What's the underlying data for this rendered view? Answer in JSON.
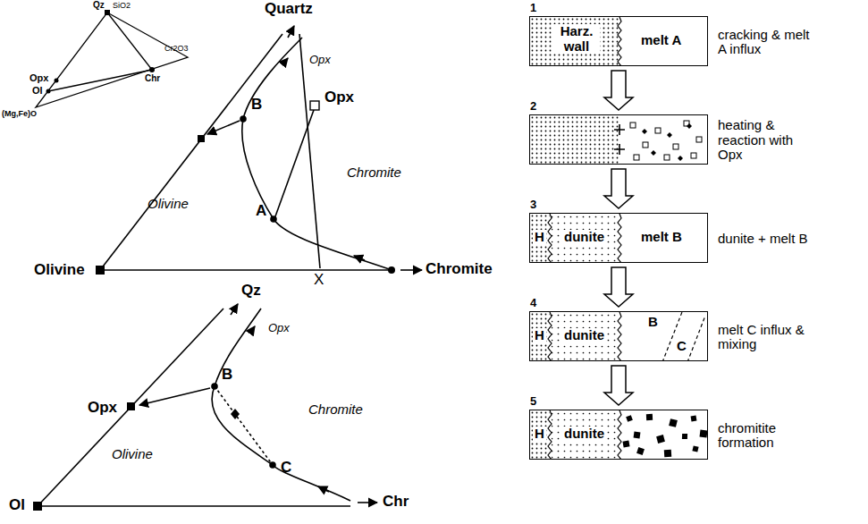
{
  "diagram": {
    "nodes": [
      {
        "text": [
          "1",
          "Harz. wall",
          "melt A",
          "cracking & melt A influx"
        ]
      },
      {
        "text": [
          "2",
          "heating & reaction with Opx"
        ]
      },
      {
        "text": [
          "3",
          "H",
          "dunite",
          "melt B",
          "dunite + melt B"
        ]
      },
      {
        "text": [
          "4",
          "H",
          "dunite",
          "B",
          "C",
          "melt C influx & mixing"
        ]
      },
      {
        "text": [
          "5",
          "H",
          "dunite",
          "chromitite formation"
        ]
      }
    ],
    "edges": [
      {
        "from": 0,
        "to": 1,
        "arrow": "to"
      },
      {
        "from": 1,
        "to": 2,
        "arrow": "to"
      },
      {
        "from": 2,
        "to": 3,
        "arrow": "to"
      },
      {
        "from": 3,
        "to": 4,
        "arrow": "to"
      }
    ],
    "labels": [
      "Qz",
      "SiO2",
      "Cr2O3",
      "Opx",
      "Ol",
      "Chr",
      "(Mg,Fe)O",
      "Quartz",
      "Opx",
      "B",
      "Opx",
      "Chromite",
      "A",
      "Olivine",
      "Olivine",
      "X",
      "Chromite",
      "Qz",
      "Opx",
      "B",
      "Opx",
      "Chromite",
      "C",
      "Olivine",
      "Ol",
      "Chr"
    ]
  }
}
